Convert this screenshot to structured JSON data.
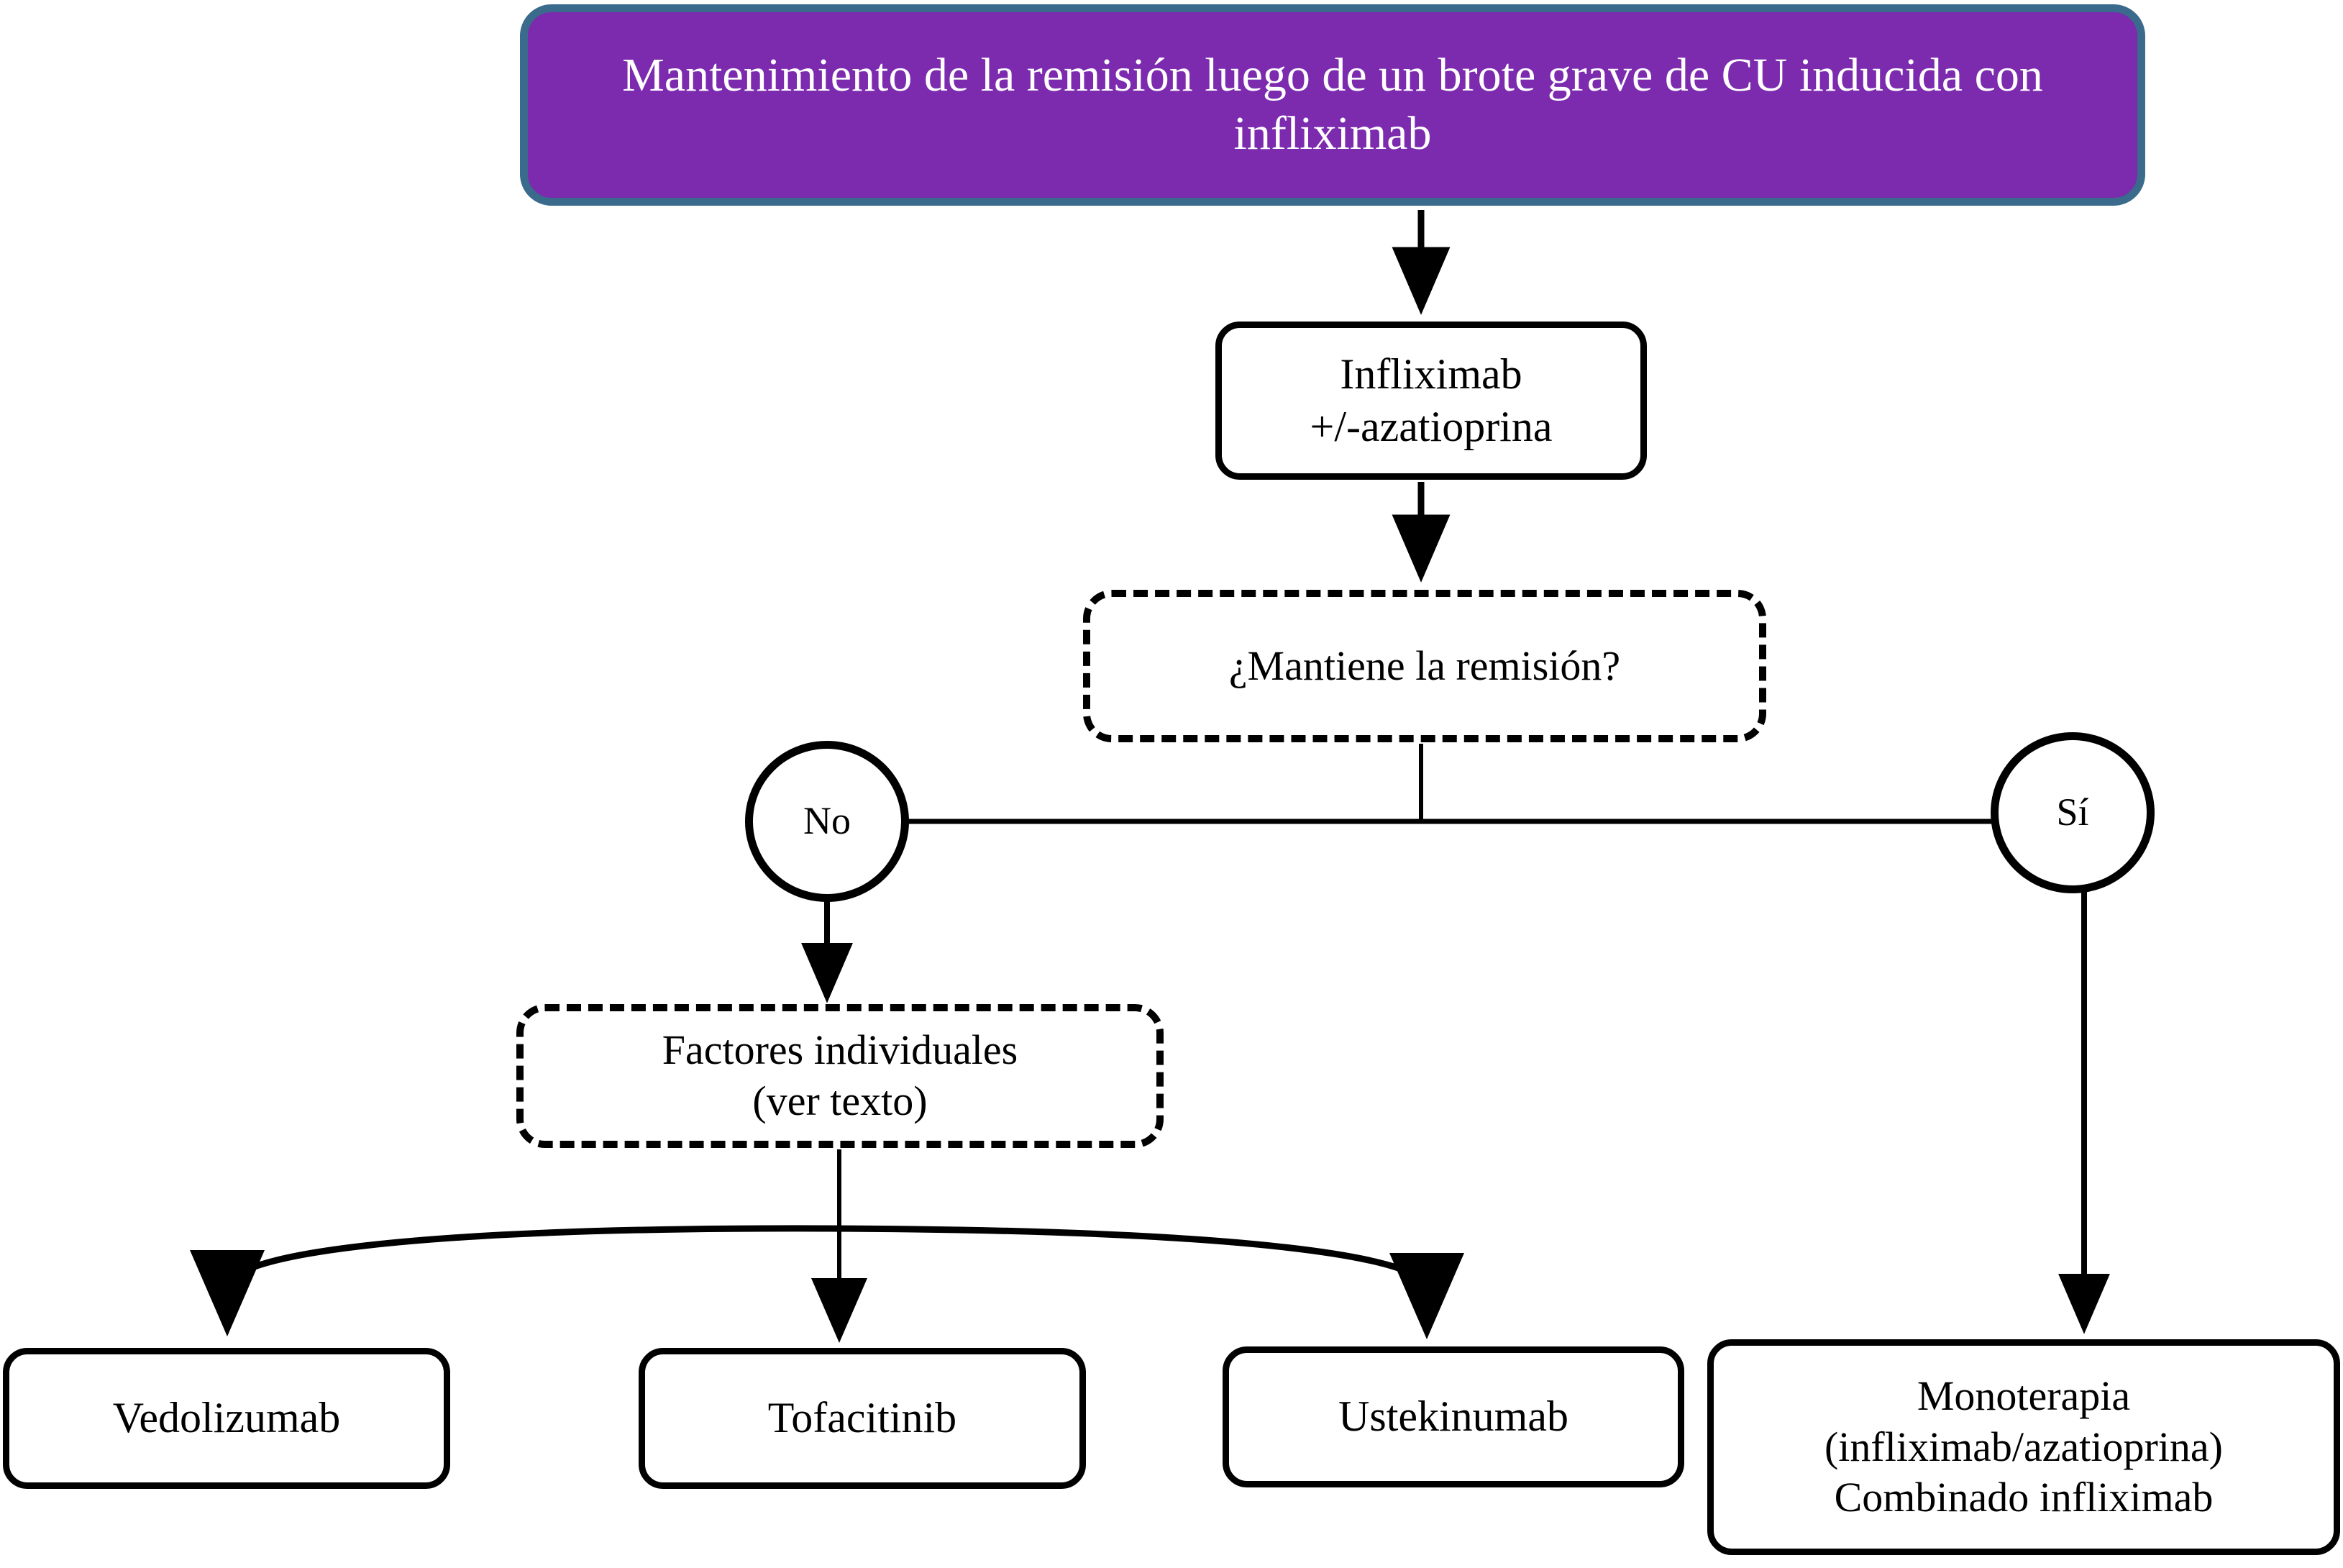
{
  "diagram": {
    "title": "Mantenimiento de la remisión luego de un brote grave de CU inducida con infliximab",
    "language": "es",
    "type": "flowchart",
    "colors": {
      "header_fill": "#7C2AAE",
      "header_border": "#3A6A8C",
      "header_text": "#FFFFFF",
      "node_stroke": "#000000",
      "node_fill": "#FFFFFF",
      "edge_stroke": "#000000"
    }
  },
  "nodes": {
    "header": {
      "label": "Mantenimiento de la remisión luego de un brote grave de CU inducida con infliximab",
      "shape": "rounded-rect",
      "style": "filled-purple"
    },
    "infliximab": {
      "label": "Infliximab\n+/-azatioprina",
      "shape": "rounded-rect",
      "style": "solid"
    },
    "mantiene": {
      "label": "¿Mantiene la remisión?",
      "shape": "rounded-rect",
      "style": "dashed"
    },
    "no": {
      "label": "No",
      "shape": "circle",
      "style": "solid"
    },
    "si": {
      "label": "Sí",
      "shape": "circle",
      "style": "solid"
    },
    "factores": {
      "label": "Factores individuales\n(ver texto)",
      "shape": "rounded-rect",
      "style": "dashed"
    },
    "vedolizumab": {
      "label": "Vedolizumab",
      "shape": "rounded-rect",
      "style": "solid"
    },
    "tofacitinib": {
      "label": "Tofacitinib",
      "shape": "rounded-rect",
      "style": "solid"
    },
    "ustekinumab": {
      "label": "Ustekinumab",
      "shape": "rounded-rect",
      "style": "solid"
    },
    "monoterapia": {
      "label": "Monoterapia\n(infliximab/azatioprina)\nCombinado infliximab",
      "shape": "rounded-rect",
      "style": "solid"
    }
  },
  "edges": [
    {
      "from": "header",
      "to": "infliximab",
      "kind": "arrow-down"
    },
    {
      "from": "infliximab",
      "to": "mantiene",
      "kind": "arrow-down"
    },
    {
      "from": "mantiene",
      "to": "no",
      "kind": "elbow-left"
    },
    {
      "from": "mantiene",
      "to": "si",
      "kind": "elbow-right"
    },
    {
      "from": "no",
      "to": "factores",
      "kind": "arrow-down"
    },
    {
      "from": "factores",
      "to": "vedolizumab",
      "kind": "curved-arrow-left"
    },
    {
      "from": "factores",
      "to": "tofacitinib",
      "kind": "arrow-down"
    },
    {
      "from": "factores",
      "to": "ustekinumab",
      "kind": "curved-arrow-right"
    },
    {
      "from": "si",
      "to": "monoterapia",
      "kind": "arrow-down"
    }
  ]
}
